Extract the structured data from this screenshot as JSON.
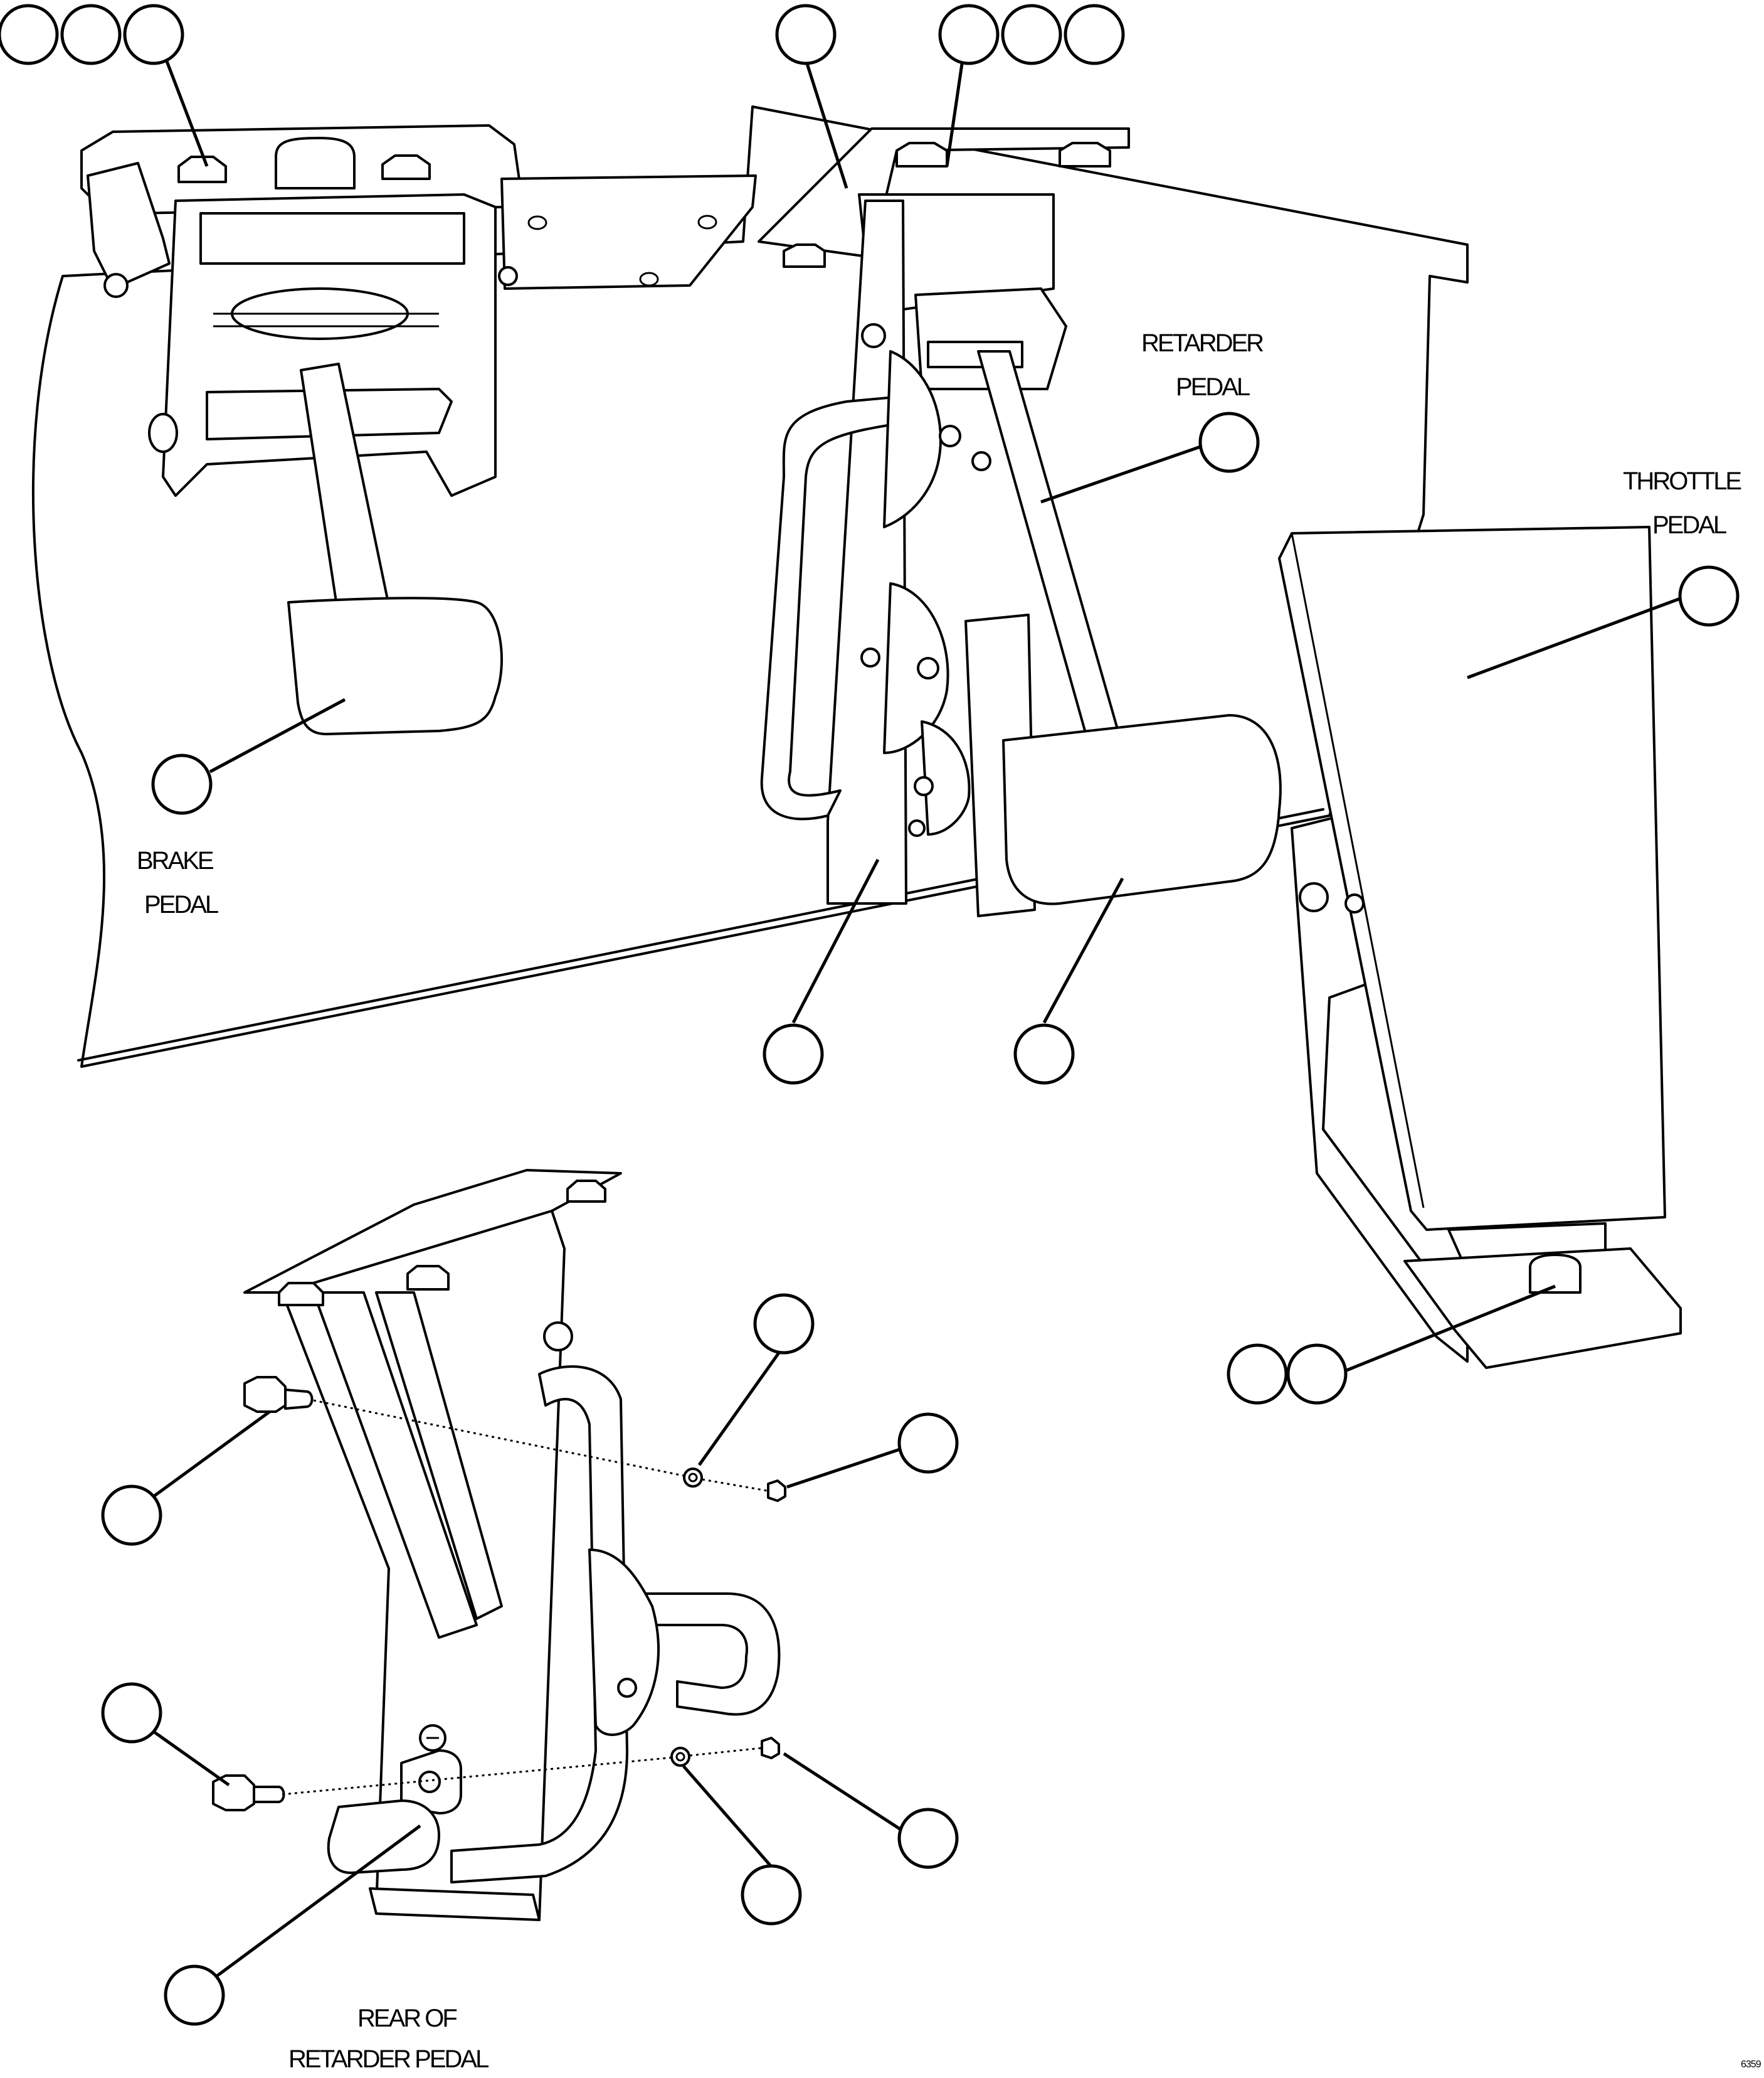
{
  "labels": {
    "retarder_line1": "RETARDER",
    "retarder_line2": "PEDAL",
    "throttle_line1": "THROTTLE",
    "throttle_line2": "PEDAL",
    "brake_line1": "BRAKE",
    "brake_line2": "PEDAL",
    "rear_line1": "REAR OF",
    "rear_line2": "RETARDER PEDAL",
    "figure_code": "6359"
  }
}
